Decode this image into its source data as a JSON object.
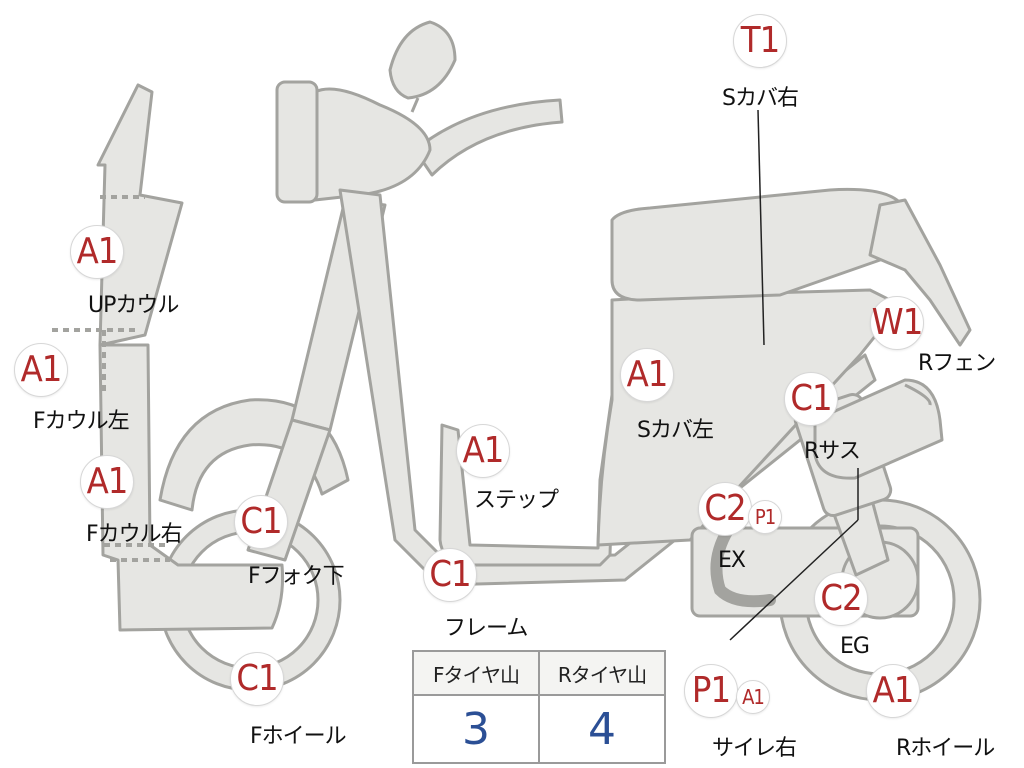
{
  "parts": {
    "t1": {
      "code": "T1",
      "name": "Sカバ右"
    },
    "up_cowl": {
      "code": "A1",
      "name": "UPカウル"
    },
    "f_cowl_left": {
      "code": "A1",
      "name": "Fカウル左"
    },
    "f_cowl_right": {
      "code": "A1",
      "name": "Fカウル右"
    },
    "f_fork": {
      "code": "C1",
      "name": "Fフォク下"
    },
    "f_wheel": {
      "code": "C1",
      "name": "Fホイール"
    },
    "step": {
      "code": "A1",
      "name": "ステップ"
    },
    "frame": {
      "code": "C1",
      "name": "フレーム"
    },
    "s_cover_left": {
      "code": "A1",
      "name": "Sカバ左"
    },
    "r_fender": {
      "code": "W1",
      "name": "Rフェン"
    },
    "r_sus": {
      "code": "C1",
      "name": "Rサス"
    },
    "ex": {
      "code": "C2",
      "sub_code": "P1",
      "name": "EX"
    },
    "eg": {
      "code": "C2",
      "name": "EG"
    },
    "silencer_right": {
      "code": "P1",
      "sub_code": "A1",
      "name": "サイレ右"
    },
    "r_wheel": {
      "code": "A1",
      "name": "Rホイール"
    }
  },
  "tire_table": {
    "headers": [
      "Fタイヤ山",
      "Rタイヤ山"
    ],
    "values": [
      "3",
      "4"
    ]
  },
  "colors": {
    "part_fill": "#e6e6e3",
    "part_stroke": "#a3a39f",
    "code_red": "#b02a2a",
    "value_blue": "#2b4f95"
  }
}
